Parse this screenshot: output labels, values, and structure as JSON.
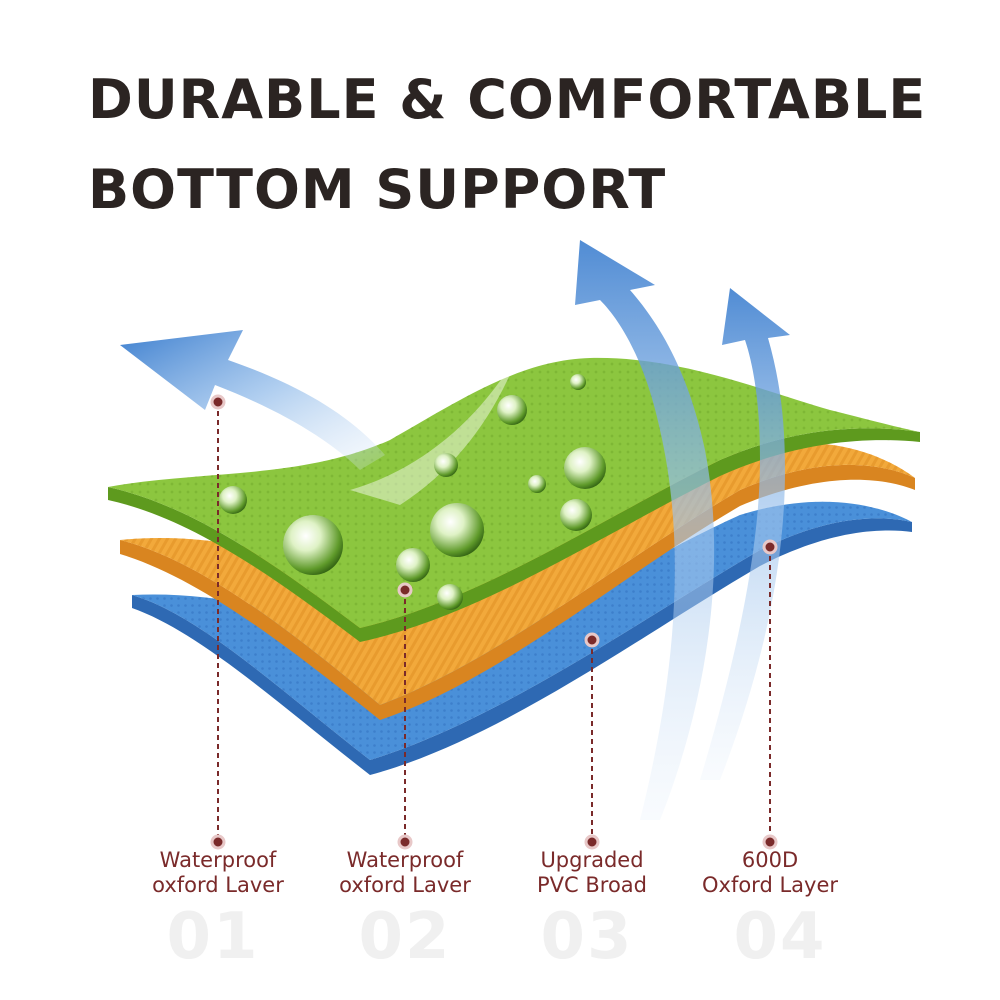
{
  "headline": {
    "line1": "DURABLE & COMFORTABLE",
    "line2": "BOTTOM SUPPORT"
  },
  "layers": [
    {
      "line1": "Waterproof",
      "line2": "oxford Laver",
      "number": "01"
    },
    {
      "line1": "Waterproof",
      "line2": "oxford Laver",
      "number": "02"
    },
    {
      "line1": "Upgraded",
      "line2": "PVC Broad",
      "number": "03"
    },
    {
      "line1": "600D",
      "line2": "Oxford Layer",
      "number": "04"
    }
  ],
  "colors": {
    "headline": "#2b2422",
    "green_layer": "#8cc63f",
    "orange_layer": "#f2a93b",
    "blue_layer": "#4a90d9",
    "arrow": "#3d7fcf",
    "callout": "#7a2a2a",
    "number": "#f0f0f0"
  },
  "icons": [
    "air-flow-arrow-icon",
    "water-droplet-icon"
  ]
}
